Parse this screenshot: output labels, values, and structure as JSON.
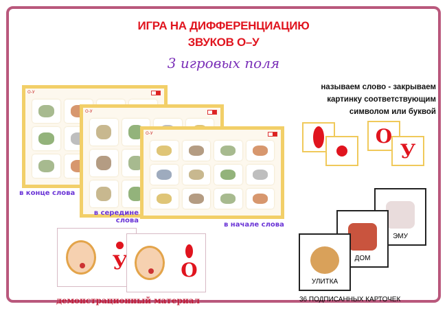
{
  "title": {
    "line1": "ИГРА НА ДИФФЕРЕНЦИАЦИЮ",
    "line2": "ЗВУКОВ О–У",
    "subtitle": "3 игровых поля"
  },
  "boards": [
    {
      "caption": "в конце слова",
      "badge": "О-У"
    },
    {
      "caption": "в середине слова",
      "badge": "О-У"
    },
    {
      "caption": "в начале слова",
      "badge": "О-У"
    }
  ],
  "instruction": {
    "line1": "называем слово - закрываем",
    "line2": "картинку соответствующим",
    "line3": "символом или буквой"
  },
  "letter_cards": {
    "o": "О",
    "u": "У"
  },
  "demo": {
    "u": "У",
    "o": "О",
    "caption": "демонстрационный материал"
  },
  "word_cards": {
    "items": [
      "УЛИТКА",
      "ДОМ",
      "ЭМУ"
    ],
    "caption": "36 ПОДПИСАННЫХ КАРТОЧЕК"
  },
  "colors": {
    "frame": "#b9587c",
    "title": "#e0141e",
    "accent": "#7a2fb8",
    "board_border": "#f2cf68"
  }
}
